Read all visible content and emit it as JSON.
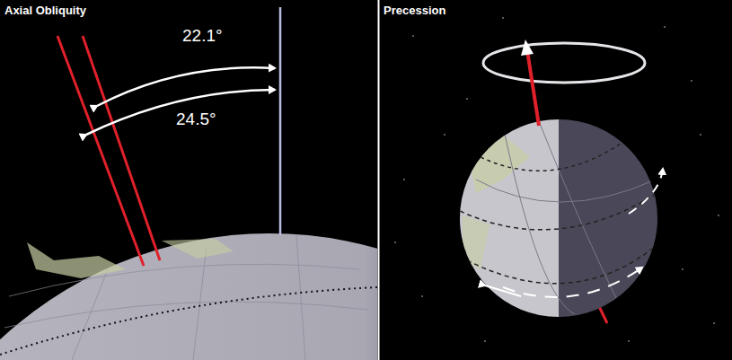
{
  "diagram": {
    "labels": [
      "Axial Obliquity",
      "22.1°",
      "24.5°",
      "Precession"
    ]
  }
}
